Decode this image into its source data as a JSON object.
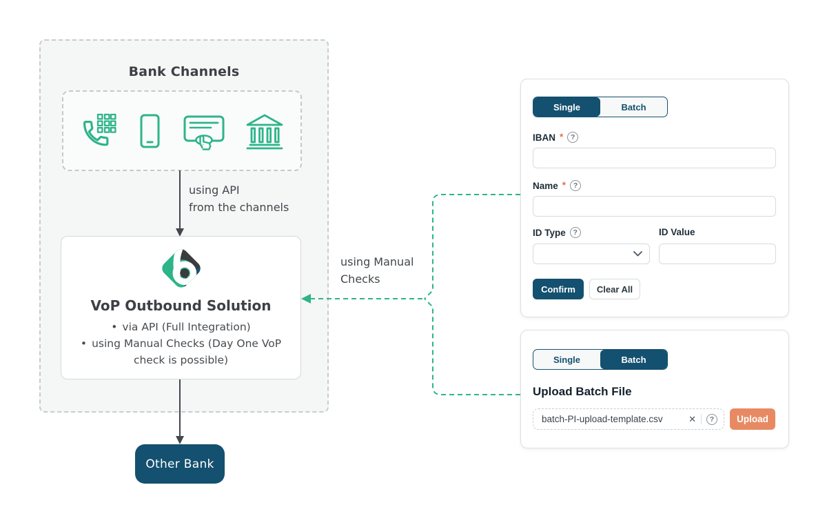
{
  "diagram": {
    "bank_channels": {
      "title": "Bank Channels",
      "icons": [
        "phone-keypad-icon",
        "smartphone-icon",
        "card-payment-icon",
        "bank-building-icon"
      ]
    },
    "api_label": {
      "line1": "using API",
      "line2": "from the channels"
    },
    "manual_label": {
      "line1": "using Manual",
      "line2": "Checks"
    },
    "vop_box": {
      "title": "VoP Outbound Solution",
      "bullet_char": "•",
      "bullets": [
        "via API (Full Integration)",
        "using Manual Checks (Day One VoP check is possible)"
      ]
    },
    "other_bank_label": "Other Bank"
  },
  "single_panel": {
    "tabs": {
      "single": "Single",
      "batch": "Batch"
    },
    "iban": {
      "label": "IBAN",
      "required_mark": "*",
      "help_glyph": "?",
      "value": ""
    },
    "name": {
      "label": "Name",
      "required_mark": "*",
      "help_glyph": "?",
      "value": ""
    },
    "id_type": {
      "label": "ID Type",
      "help_glyph": "?",
      "selected": ""
    },
    "id_value": {
      "label": "ID Value",
      "value": ""
    },
    "confirm_label": "Confirm",
    "clear_label": "Clear All"
  },
  "batch_panel": {
    "tabs": {
      "single": "Single",
      "batch": "Batch"
    },
    "heading": "Upload Batch File",
    "file_name": "batch-PI-upload-template.csv",
    "close_glyph": "✕",
    "help_glyph": "?",
    "upload_label": "Upload"
  },
  "colors": {
    "teal": "#2db489",
    "dark_blue": "#14506f",
    "orange": "#e78a63",
    "required_red": "#ec6a52"
  }
}
